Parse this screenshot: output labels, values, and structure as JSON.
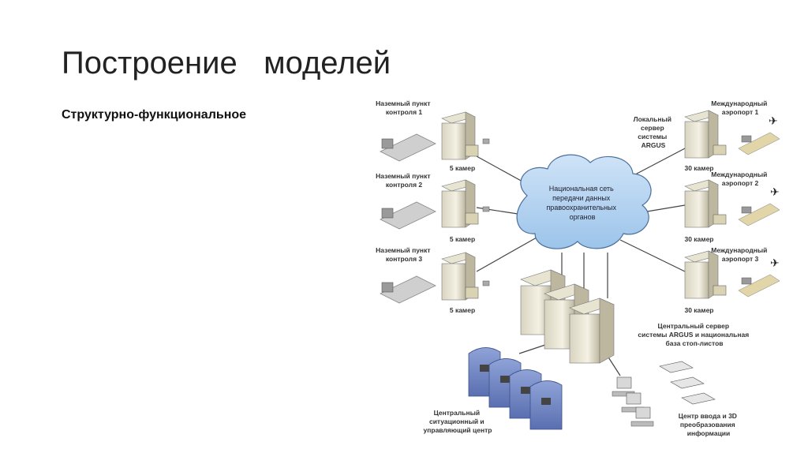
{
  "slide": {
    "title": "Построение   моделей",
    "subtitle": "Структурно-функциональное"
  },
  "diagram": {
    "cloud": [
      "Национальная сеть",
      "передачи данных",
      "правоохранительных",
      "органов"
    ],
    "checkpoints": [
      {
        "label": [
          "Наземный пункт",
          "контроля 1"
        ],
        "cameras": "5 камер"
      },
      {
        "label": [
          "Наземный пункт",
          "контроля 2"
        ],
        "cameras": "5 камер"
      },
      {
        "label": [
          "Наземный пункт",
          "контроля 3"
        ],
        "cameras": "5 камер"
      }
    ],
    "airports": [
      {
        "label": [
          "Международный",
          "аэропорт 1"
        ],
        "cameras": "30 камер"
      },
      {
        "label": [
          "Международный",
          "аэропорт 2"
        ],
        "cameras": "30 камер"
      },
      {
        "label": [
          "Международный",
          "аэропорт 3"
        ],
        "cameras": "30 камер"
      }
    ],
    "local_server": [
      "Локальный",
      "сервер",
      "системы",
      "ARGUS"
    ],
    "central_server": [
      "Центральный сервер",
      "системы ARGUS  и национальная",
      "база стоп-листов"
    ],
    "situation_center": [
      "Центральный",
      "ситуационный и",
      "управляющий центр"
    ],
    "input_center": [
      "Центр ввода и 3D",
      "преобразования",
      "информации"
    ]
  }
}
